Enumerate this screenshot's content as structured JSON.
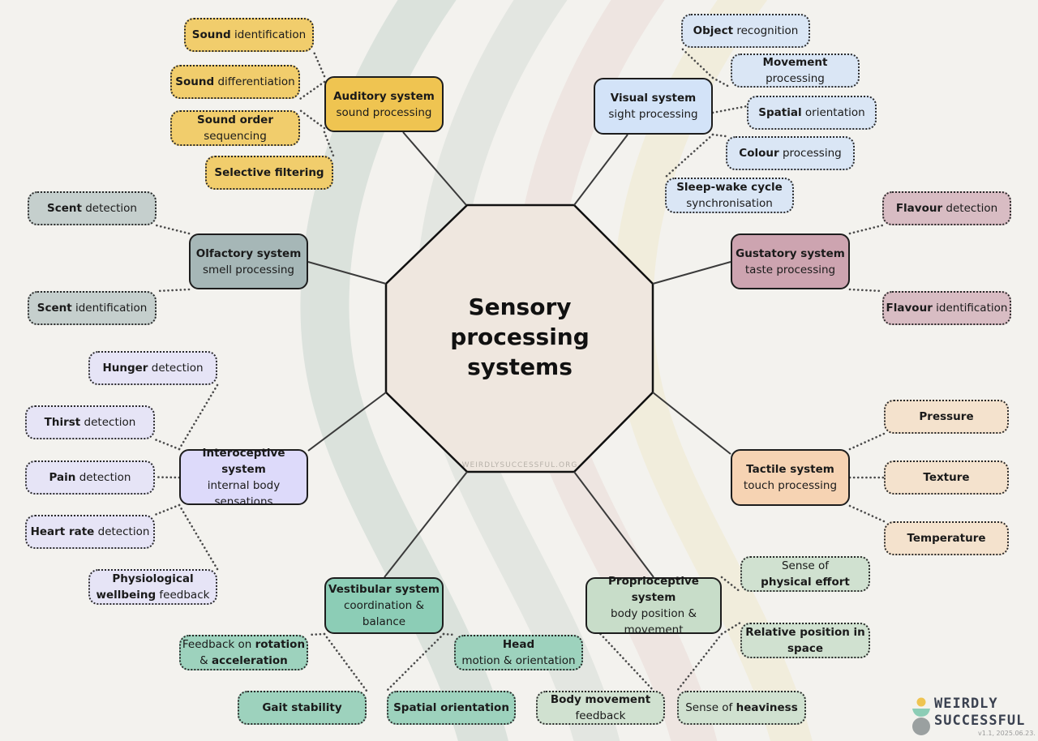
{
  "title": [
    "Sensory",
    "processing",
    "systems"
  ],
  "url": "WEIRDLYSUCCESSFUL.ORG",
  "brand": {
    "line1": "WEIRDLY",
    "line2": "SUCCESSFUL",
    "version": "v1.1, 2025.06.23."
  },
  "systems": [
    {
      "id": "auditory",
      "title": "Auditory system",
      "subtitle": "sound processing",
      "color": "#efc451",
      "leafColor": "#f1cd6c",
      "leaves": [
        {
          "bold": "Sound",
          "rest": " identification"
        },
        {
          "bold": "Sound",
          "rest": " differentiation"
        },
        {
          "bold": "Sound order",
          "rest": "sequencing",
          "break": true
        },
        {
          "bold": "Selective filtering",
          "rest": ""
        }
      ]
    },
    {
      "id": "visual",
      "title": "Visual system",
      "subtitle": "sight processing",
      "color": "#d3e3f8",
      "leafColor": "#dae6f5",
      "leaves": [
        {
          "bold": "Object",
          "rest": " recognition"
        },
        {
          "bold": "Movement",
          "rest": " processing"
        },
        {
          "bold": "Spatial",
          "rest": " orientation"
        },
        {
          "bold": "Colour",
          "rest": " processing"
        },
        {
          "bold": "Sleep-wake cycle",
          "rest": "synchronisation",
          "break": true
        }
      ]
    },
    {
      "id": "olfactory",
      "title": "Olfactory system",
      "subtitle": "smell processing",
      "color": "#a6b7b7",
      "leafColor": "#c5cfcd",
      "leaves": [
        {
          "bold": "Scent",
          "rest": " detection"
        },
        {
          "bold": "Scent",
          "rest": " identification"
        }
      ]
    },
    {
      "id": "gustatory",
      "title": "Gustatory system",
      "subtitle": "taste processing",
      "color": "#cda4b0",
      "leafColor": "#d8bcc3",
      "leaves": [
        {
          "bold": "Flavour",
          "rest": " detection"
        },
        {
          "bold": "Flavour",
          "rest": " identification"
        }
      ]
    },
    {
      "id": "interoceptive",
      "title": "Interoceptive system",
      "subtitle": "internal body sensations",
      "color": "#dddafa",
      "leafColor": "#e6e4f6",
      "leaves": [
        {
          "bold": "Hunger",
          "rest": " detection"
        },
        {
          "bold": "Thirst",
          "rest": " detection"
        },
        {
          "bold": "Pain",
          "rest": " detection"
        },
        {
          "bold": "Heart rate",
          "rest": " detection"
        },
        {
          "bold": "Physiological wellbeing",
          "rest": " feedback"
        }
      ]
    },
    {
      "id": "tactile",
      "title": "Tactile system",
      "subtitle": "touch processing",
      "color": "#f6d3b3",
      "leafColor": "#f4e2cd",
      "leaves": [
        {
          "bold": "Pressure",
          "rest": ""
        },
        {
          "bold": "Texture",
          "rest": ""
        },
        {
          "bold": "Temperature",
          "rest": ""
        }
      ]
    },
    {
      "id": "vestibular",
      "title": "Vestibular system",
      "subtitle": "coordination & balance",
      "color": "#8ccdb6",
      "leafColor": "#9dd2bd",
      "leaves": [
        {
          "pre": "Feedback on ",
          "bold": "rotation",
          "mid": " & ",
          "bold2": "acceleration"
        },
        {
          "bold": "Head",
          "rest": "motion & orientation",
          "break": true
        },
        {
          "bold": "Gait stability",
          "rest": ""
        },
        {
          "bold": "Spatial orientation",
          "rest": ""
        }
      ]
    },
    {
      "id": "proprioceptive",
      "title": "Proprioceptive system",
      "subtitle": "body position & movement",
      "color": "#c8ddc9",
      "leafColor": "#d0e1d0",
      "leaves": [
        {
          "pre": "Sense of",
          "bold": "physical effort",
          "break": true
        },
        {
          "bold": "Relative position in space",
          "rest": ""
        },
        {
          "bold": "Body movement",
          "rest": "feedback",
          "break": true
        },
        {
          "pre": "Sense of ",
          "bold": "heaviness"
        }
      ]
    }
  ]
}
